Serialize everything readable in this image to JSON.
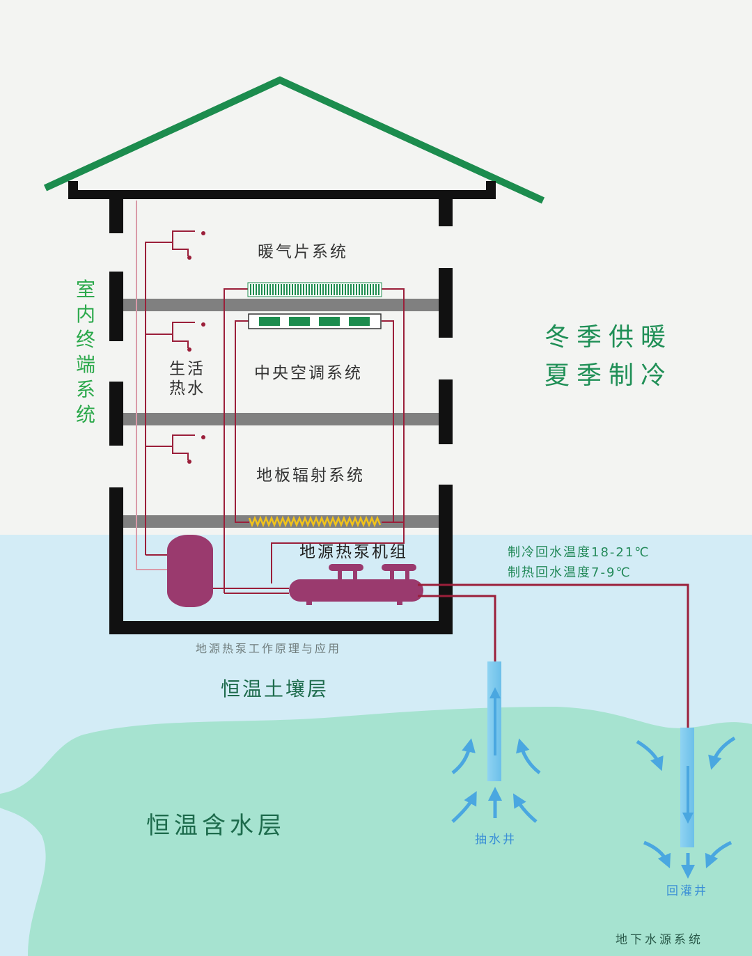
{
  "labels": {
    "radiator_system": "暖气片系统",
    "central_ac": "中央空调系统",
    "floor_radiant": "地板辐射系统",
    "hot_water_line1": "生活",
    "hot_water_line2": "热水",
    "indoor_terminal": "室内终端系统",
    "heat_pump_unit": "地源热泵机组",
    "winter_heating": "冬季供暖",
    "summer_cooling": "夏季制冷",
    "cooling_return_temp": "制冷回水温度18-21℃",
    "heating_return_temp": "制热回水温度7-9℃",
    "caption": "地源热泵工作原理与应用",
    "constant_soil": "恒温土壤层",
    "constant_aquifer": "恒温含水层",
    "pumping_well": "抽水井",
    "recharge_well": "回灌井",
    "groundwater_system": "地下水源系统"
  },
  "colors": {
    "roof": "#1c8c4e",
    "wall": "#111111",
    "floor_slab": "#808080",
    "pipe": "#9b1f3a",
    "tank": "#9a3a6e",
    "soil": "#d2ecf6",
    "aquifer": "#a6e3d0",
    "well": "#7cc8ee",
    "arrow": "#4aa7e0"
  },
  "icons": [
    "faucet-icon",
    "radiator-icon",
    "ac-unit-icon",
    "floor-heating-coil-icon",
    "water-tank-icon",
    "heat-pump-icon",
    "flow-arrow-icon"
  ]
}
